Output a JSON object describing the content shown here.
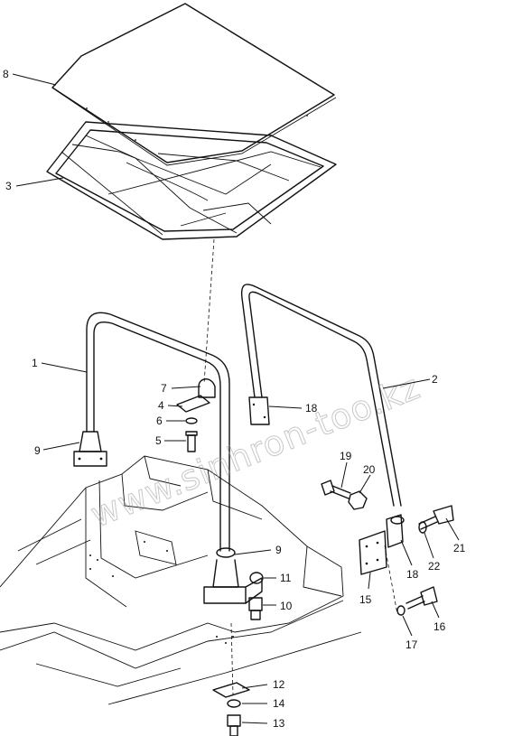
{
  "watermark": "www.sinhron-too.kz",
  "callouts": [
    {
      "id": "c8",
      "label": "8",
      "part": "roof-panel"
    },
    {
      "id": "c3",
      "label": "3",
      "part": "roof-frame"
    },
    {
      "id": "c1",
      "label": "1",
      "part": "front-roll-bar"
    },
    {
      "id": "c2",
      "label": "2",
      "part": "rear-roll-bar"
    },
    {
      "id": "c7",
      "label": "7",
      "part": "clamp"
    },
    {
      "id": "c4",
      "label": "4",
      "part": "bracket"
    },
    {
      "id": "c6",
      "label": "6",
      "part": "washer"
    },
    {
      "id": "c5",
      "label": "5",
      "part": "bolt"
    },
    {
      "id": "c9a",
      "label": "9",
      "part": "mount-base-left"
    },
    {
      "id": "c9b",
      "label": "9",
      "part": "mount-base-center"
    },
    {
      "id": "c18a",
      "label": "18",
      "part": "flange-plate-upper"
    },
    {
      "id": "c19",
      "label": "19",
      "part": "bolt"
    },
    {
      "id": "c20",
      "label": "20",
      "part": "nut"
    },
    {
      "id": "c11",
      "label": "11",
      "part": "nut"
    },
    {
      "id": "c10",
      "label": "10",
      "part": "bolt"
    },
    {
      "id": "c21",
      "label": "21",
      "part": "bolt"
    },
    {
      "id": "c22",
      "label": "22",
      "part": "washer"
    },
    {
      "id": "c18b",
      "label": "18",
      "part": "flange-plate-lower"
    },
    {
      "id": "c15",
      "label": "15",
      "part": "mount-plate"
    },
    {
      "id": "c16",
      "label": "16",
      "part": "bolt"
    },
    {
      "id": "c17",
      "label": "17",
      "part": "washer"
    },
    {
      "id": "c12",
      "label": "12",
      "part": "plate"
    },
    {
      "id": "c14",
      "label": "14",
      "part": "washer"
    },
    {
      "id": "c13",
      "label": "13",
      "part": "bolt"
    }
  ]
}
